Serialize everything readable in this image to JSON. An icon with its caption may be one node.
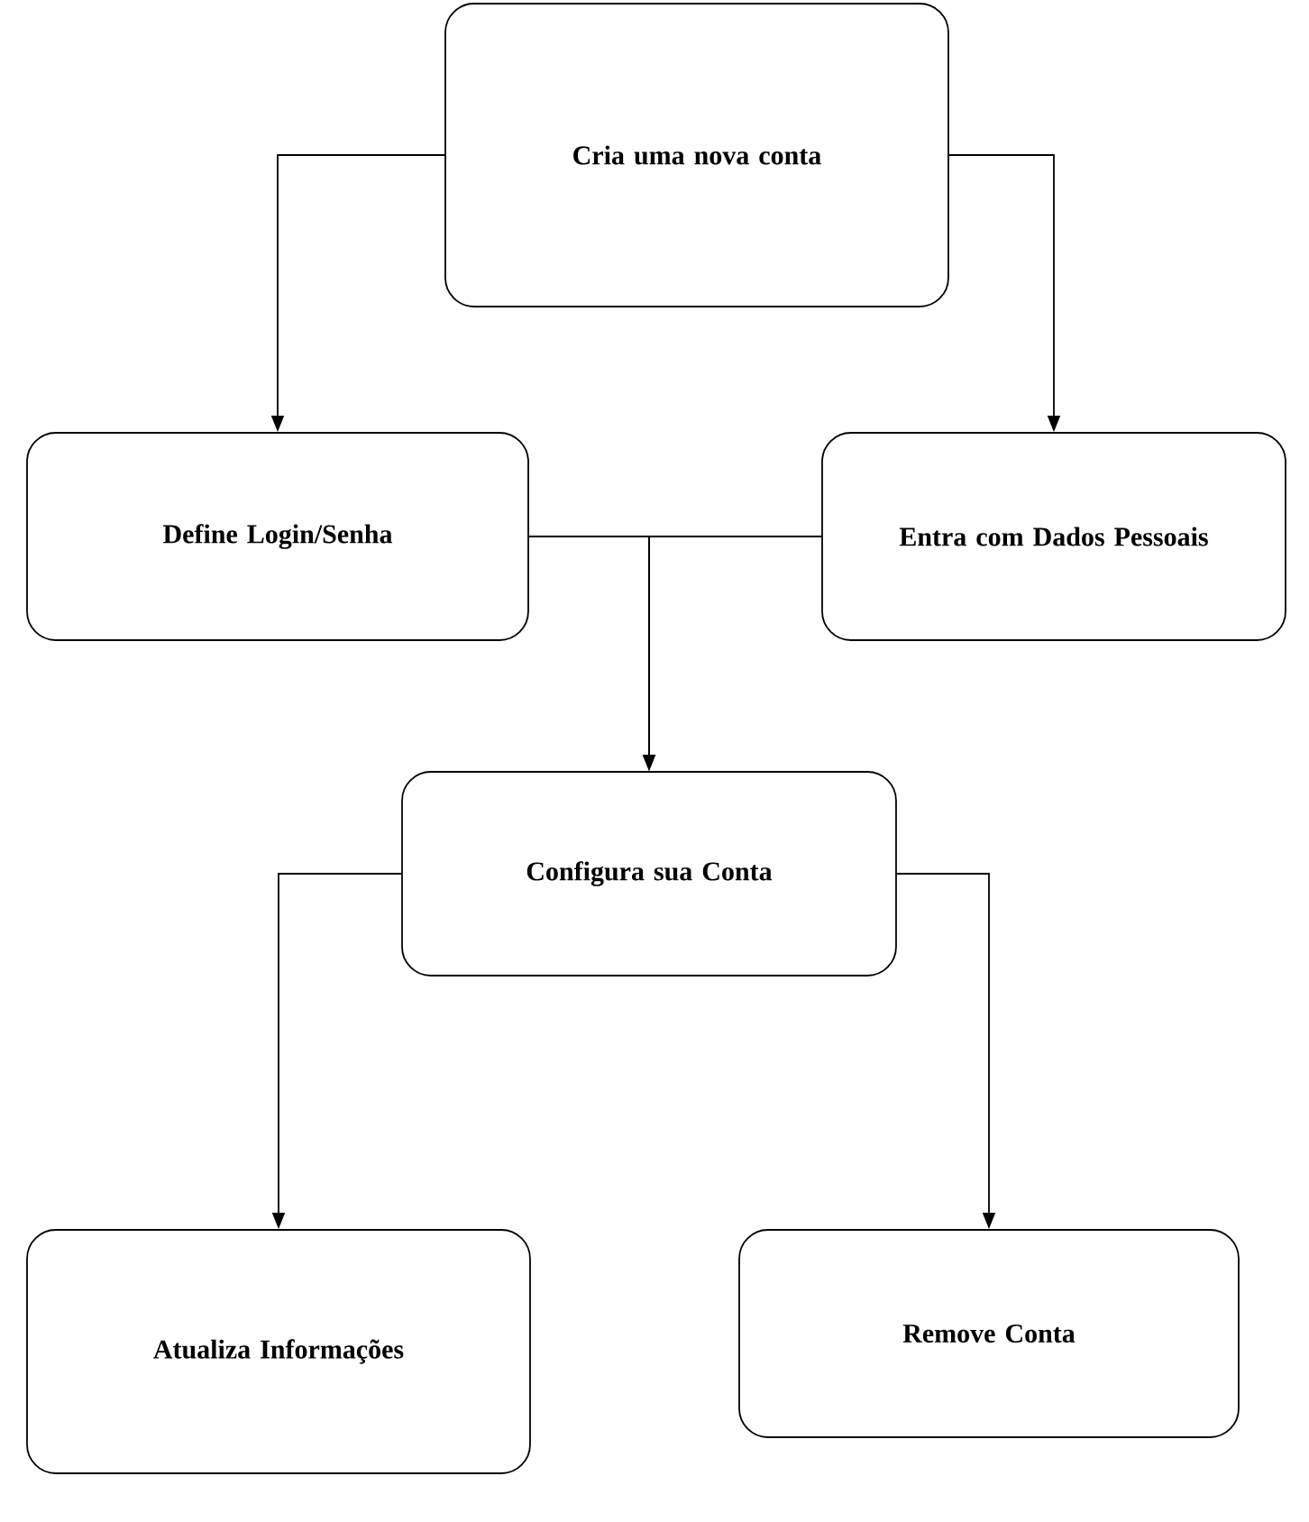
{
  "diagram": {
    "nodes": [
      {
        "text": [
          "Cria uma nova conta"
        ]
      },
      {
        "text": [
          "Define Login/Senha"
        ]
      },
      {
        "text": [
          "Entra com Dados Pessoais"
        ]
      },
      {
        "text": [
          "Configura sua Conta"
        ]
      },
      {
        "text": [
          "Atualiza Informações"
        ]
      },
      {
        "text": [
          "Remove Conta"
        ]
      }
    ],
    "edges": [
      {
        "from": 0,
        "to": 1,
        "arrow": "to"
      },
      {
        "from": 0,
        "to": 2,
        "arrow": "to"
      },
      {
        "from": 1,
        "to": 3,
        "arrow": "to"
      },
      {
        "from": 2,
        "to": 3,
        "arrow": "to"
      },
      {
        "from": 3,
        "to": 4,
        "arrow": "to"
      },
      {
        "from": 3,
        "to": 5,
        "arrow": "to"
      }
    ]
  }
}
